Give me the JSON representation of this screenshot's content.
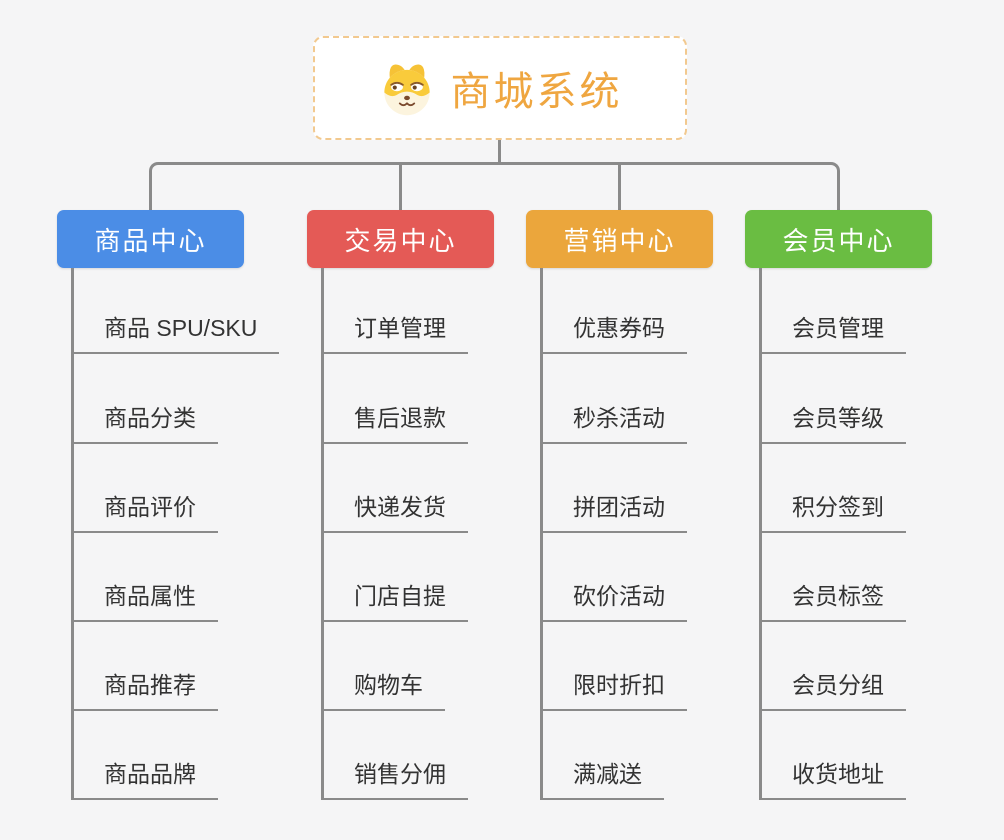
{
  "root": {
    "title": "商城系统",
    "icon": "shiba-dog-icon"
  },
  "branches": [
    {
      "id": "product-center",
      "label": "商品中心",
      "color": "#4B8DE6",
      "children": [
        "商品 SPU/SKU",
        "商品分类",
        "商品评价",
        "商品属性",
        "商品推荐",
        "商品品牌"
      ]
    },
    {
      "id": "trade-center",
      "label": "交易中心",
      "color": "#E45A56",
      "children": [
        "订单管理",
        "售后退款",
        "快递发货",
        "门店自提",
        "购物车",
        "销售分佣"
      ]
    },
    {
      "id": "marketing-center",
      "label": "营销中心",
      "color": "#EBA63C",
      "children": [
        "优惠券码",
        "秒杀活动",
        "拼团活动",
        "砍价活动",
        "限时折扣",
        "满减送"
      ]
    },
    {
      "id": "member-center",
      "label": "会员中心",
      "color": "#6ABD42",
      "children": [
        "会员管理",
        "会员等级",
        "积分签到",
        "会员标签",
        "会员分组",
        "收货地址"
      ]
    }
  ],
  "colors": {
    "background": "#F5F5F6",
    "connector": "#8A8A8A",
    "root_text": "#EFA640",
    "root_border": "#F2C98F",
    "leaf_text": "#333333"
  }
}
